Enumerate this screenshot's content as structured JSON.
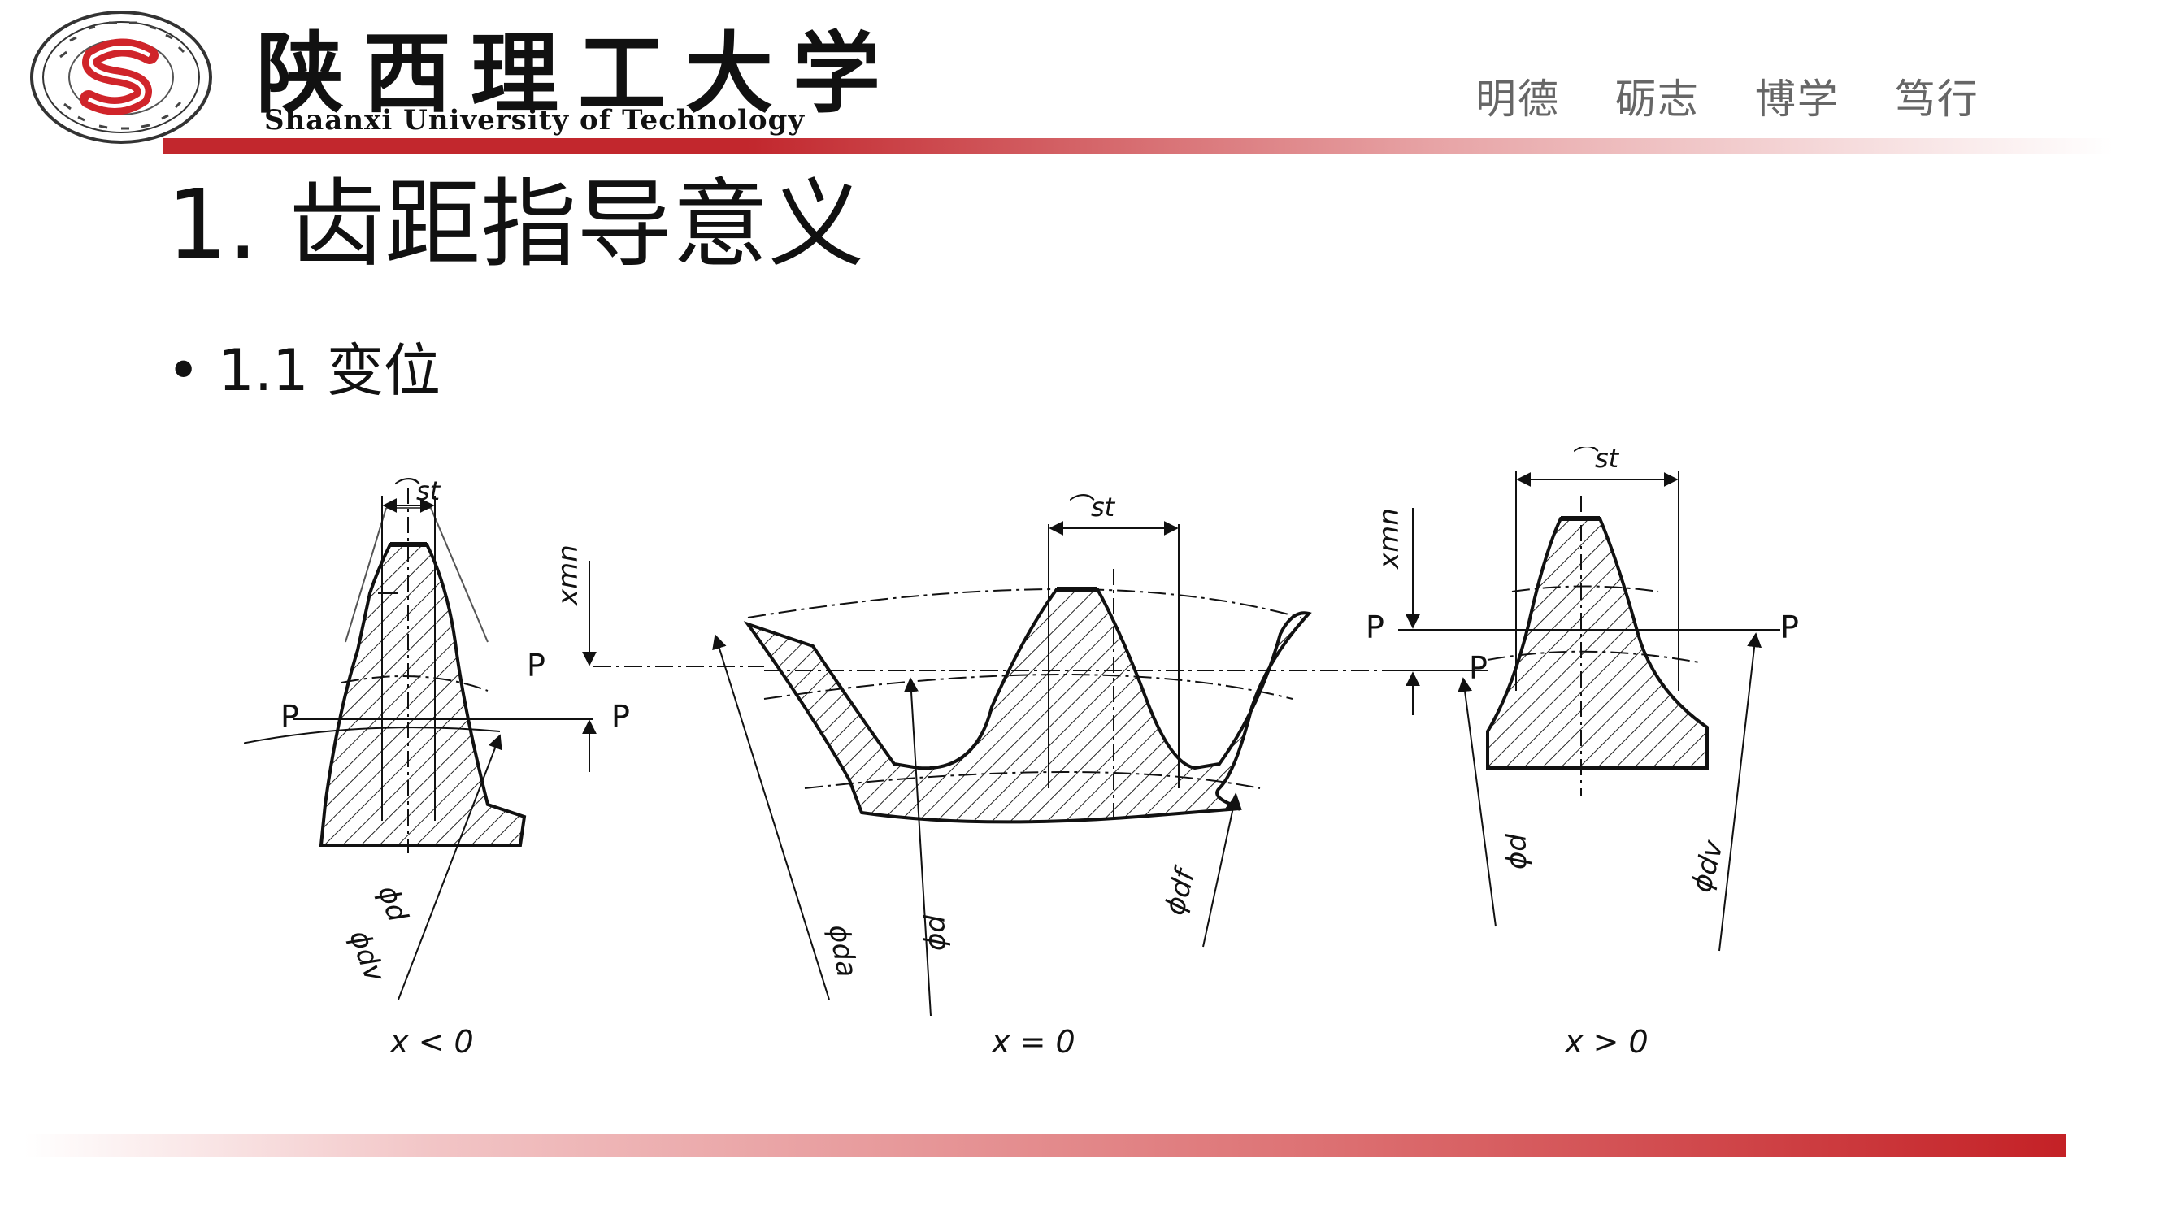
{
  "header": {
    "university_name_cn": "陕西理工大学",
    "university_name_en": "Shaanxi University of Technology",
    "motto": [
      "明德",
      "砺志",
      "博学",
      "笃行"
    ],
    "colors": {
      "brand_red": "#c2272d",
      "text_gray": "#666666"
    }
  },
  "slide": {
    "title": "1. 齿距指导意义",
    "bullet": "1.1 变位",
    "bullet_marker": "•"
  },
  "figure": {
    "captions": [
      "x < 0",
      "x = 0",
      "x > 0"
    ],
    "pitch_label": "P",
    "labels": {
      "st": "⌒st",
      "xmn": "xmn",
      "d": "ϕd",
      "da": "ϕda",
      "df": "ϕdf",
      "dv": "ϕdv"
    }
  }
}
